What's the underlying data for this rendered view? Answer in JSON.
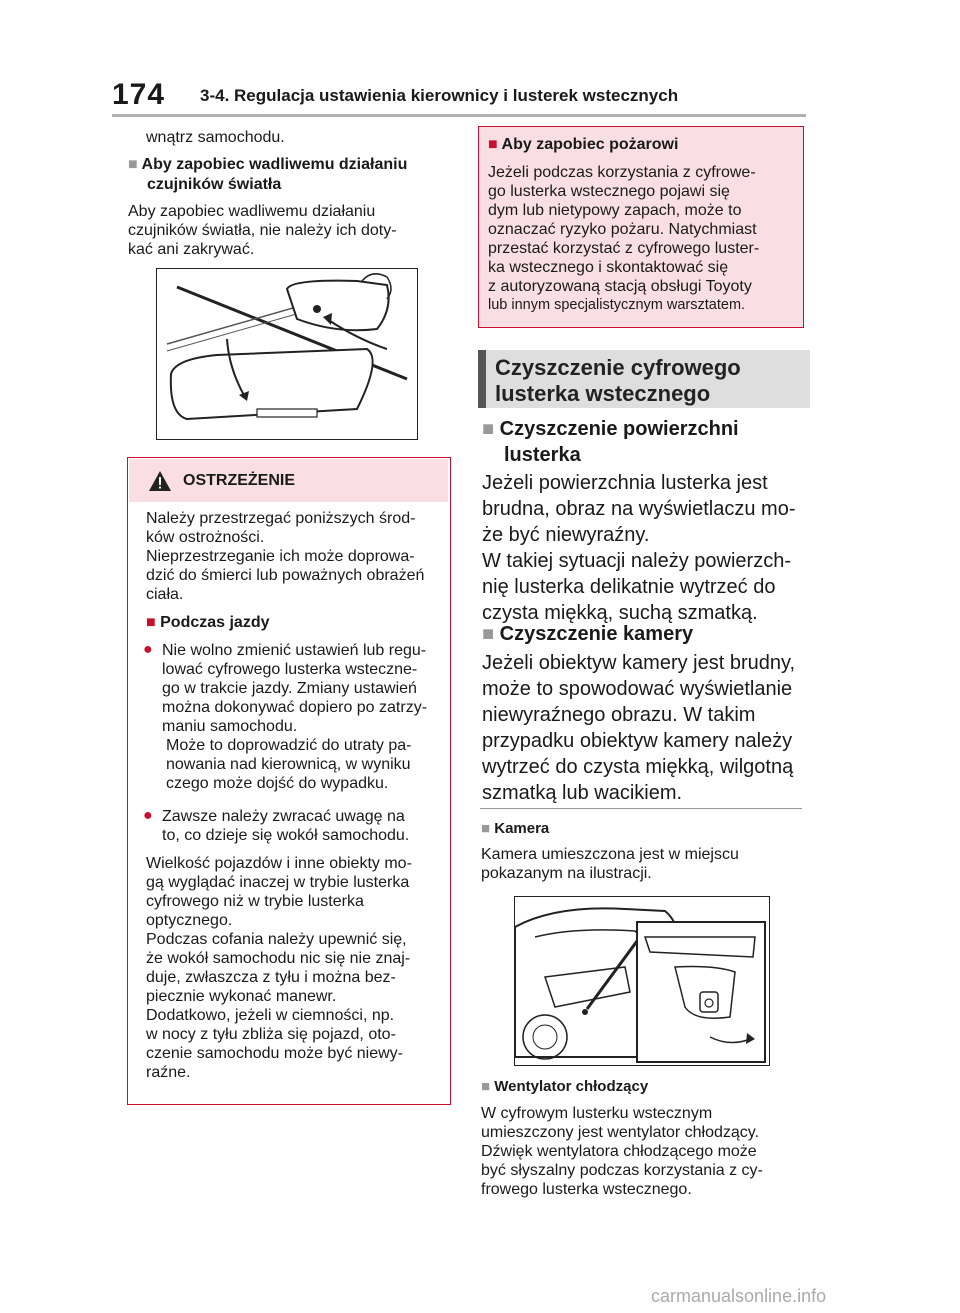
{
  "header": {
    "page_number": "174",
    "section_title": "3-4. Regulacja ustawienia kierownicy i lusterek wstecznych"
  },
  "left": {
    "intro_line": "wnątrz samochodu.",
    "sensor_heading_1": "Aby zapobiec wadliwemu działaniu",
    "sensor_heading_2": "czujników światła",
    "sensor_text": [
      "Aby zapobiec wadliwemu działaniu",
      "czujników światła, nie należy ich doty-",
      "kać ani zakrywać."
    ],
    "warning": {
      "title": "OSTRZEŻENIE",
      "intro": [
        "Należy przestrzegać poniższych środ-",
        "ków ostrożności.",
        "Nieprzestrzeganie ich może doprowa-",
        "dzić do śmierci lub poważnych obrażeń",
        "ciała."
      ],
      "subheading": "Podczas jazdy",
      "bullet1": [
        "Nie wolno zmienić ustawień lub regu-",
        "lować cyfrowego lusterka wsteczne-",
        "go w trakcie jazdy. Zmiany ustawień",
        "można dokonywać dopiero po zatrzy-",
        "maniu samochodu.",
        "Może to doprowadzić do utraty pa-",
        "nowania nad kierownicą, w wyniku",
        "czego może dojść do wypadku."
      ],
      "bullet2": [
        "Zawsze należy zwracać uwagę na",
        "to, co dzieje się wokół samochodu."
      ],
      "outro": [
        "Wielkość pojazdów i inne obiekty mo-",
        "gą wyglądać inaczej w trybie lusterka",
        "cyfrowego niż w trybie lusterka",
        "optycznego.",
        "Podczas cofania należy upewnić się,",
        "że wokół samochodu nic się nie znaj-",
        "duje, zwłaszcza z tyłu i można bez-",
        "piecznie wykonać manewr.",
        "Dodatkowo, jeżeli w ciemności, np.",
        "w nocy z tyłu zbliża się pojazd, oto-",
        "czenie samochodu może być niewy-",
        "raźne."
      ]
    }
  },
  "right": {
    "fire": {
      "heading": "Aby zapobiec pożarowi",
      "lines": [
        "Jeżeli podczas korzystania z cyfrowe-",
        "go lusterka wstecznego pojawi się",
        "dym lub nietypowy zapach, może to",
        "oznaczać ryzyko pożaru. Natychmiast",
        "przestać korzystać z cyfrowego luster-",
        "ka wstecznego i skontaktować się",
        "z autoryzowaną stacją obsługi Toyoty",
        "lub innym specjalistycznym warsztatem."
      ]
    },
    "section_title_1": "Czyszczenie cyfrowego",
    "section_title_2": "lusterka wstecznego",
    "surface_heading_1": "Czyszczenie powierzchni",
    "surface_heading_2": "lusterka",
    "surface_text": [
      "Jeżeli powierzchnia lusterka jest",
      "brudna, obraz na wyświetlaczu mo-",
      "że być niewyraźny.",
      "W takiej sytuacji należy powierzch-",
      "nię lusterka delikatnie wytrzeć do",
      "czysta miękką, suchą szmatką."
    ],
    "camera_heading": "Czyszczenie kamery",
    "camera_text": [
      "Jeżeli obiektyw kamery jest brudny,",
      "może to spowodować wyświetlanie",
      "niewyraźnego obrazu. W takim",
      "przypadku obiektyw kamery należy",
      "wytrzeć do czysta miękką, wilgotną",
      "szmatką lub wacikiem."
    ],
    "kamera_heading": "Kamera",
    "kamera_text": [
      "Kamera umieszczona jest w miejscu",
      "pokazanym na ilustracji."
    ],
    "fan_heading": "Wentylator chłodzący",
    "fan_text": [
      "W cyfrowym lusterku wstecznym",
      "umieszczony jest wentylator chłodzący.",
      "Dźwięk wentylatora chłodzącego może",
      "być słyszalny podczas korzystania z cy-",
      "frowego lusterka wstecznego."
    ]
  },
  "watermark": "carmanualsonline.info"
}
